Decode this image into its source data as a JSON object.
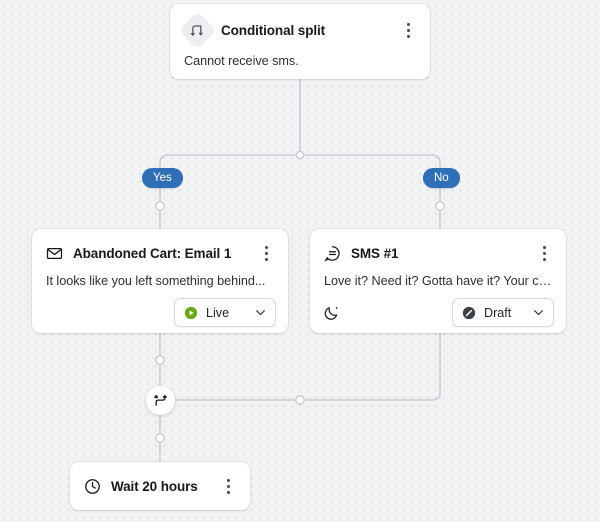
{
  "canvas": {
    "background_color": "#f1f2f4",
    "dot_color": "#e0e2e6",
    "edge_color": "#c9ccd1"
  },
  "nodes": {
    "conditional_split": {
      "icon": "split-branch-icon",
      "title": "Conditional split",
      "body": "Cannot receive sms."
    },
    "email": {
      "icon": "envelope-icon",
      "title": "Abandoned Cart: Email 1",
      "body": "It looks like you left something behind...",
      "status": {
        "label": "Live",
        "icon": "play-circle-icon",
        "color": "#6aa818"
      }
    },
    "sms": {
      "icon": "chat-bubble-icon",
      "title": "SMS #1",
      "body": "Love it? Need it? Gotta have it? Your cart i...",
      "quiet_hours_icon": "moon-icon",
      "status": {
        "label": "Draft",
        "icon": "slash-circle-icon",
        "color": "#3c4148"
      }
    },
    "merge": {
      "icon": "merge-paths-icon"
    },
    "wait": {
      "icon": "clock-icon",
      "title": "Wait 20 hours"
    }
  },
  "branches": {
    "yes_label": "Yes",
    "no_label": "No",
    "pill_color": "#2f6fb5"
  },
  "menu": {
    "kebab_label": "more-options"
  }
}
